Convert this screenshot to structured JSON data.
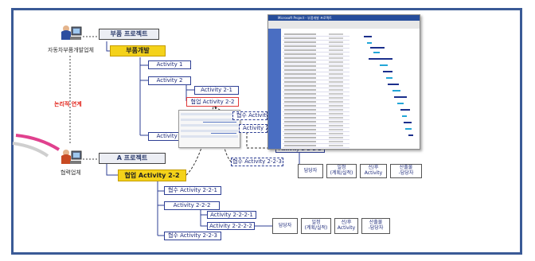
{
  "actors": {
    "top": "자동차부품개발업체",
    "bottom": "협력업체"
  },
  "link_label": "논리적 연계",
  "projects": {
    "parts": "부품 프로젝트",
    "a": "A 프로젝트"
  },
  "parts_dev": "부품개발",
  "activities": {
    "a1": "Activity 1",
    "a2": "Activity 2",
    "a21": "Activity 2-1",
    "a22_linked": "협업 Activity 2-2",
    "a3": "Activity 3",
    "top_a221": "협수 Activity",
    "top_a222": "Activity 2-",
    "top_a2222": "Activity 2-2-2-2",
    "top_a223": "협수 Activity 2-2-3"
  },
  "collab_activity": "협업 Activity 2-2",
  "lower": {
    "a221": "협수 Activity 2-2-1",
    "a222": "Activity 2-2-2",
    "a2221": "Activity 2-2-2-1",
    "a2222": "Activity 2-2-2-2",
    "a223": "협수 Activity 2-2-3"
  },
  "info_table_top": [
    "담당자",
    "일정\n(계획/실적)",
    "선/후\nActivity",
    "산출물\n-담당자"
  ],
  "info_table_bottom": [
    "담당자",
    "일정\n(계획/실적)",
    "선/후\nActivity",
    "산출물\n-담당자"
  ],
  "gantt_window_title": "Microsoft Project - 부품개발 프로젝트",
  "colors": {
    "frame": "#3a5a96",
    "collab_yellow": "#f4d21a",
    "activity_blue": "#2e3f94",
    "link_red": "#e2231a",
    "arrow_pink": "#e0418e"
  }
}
